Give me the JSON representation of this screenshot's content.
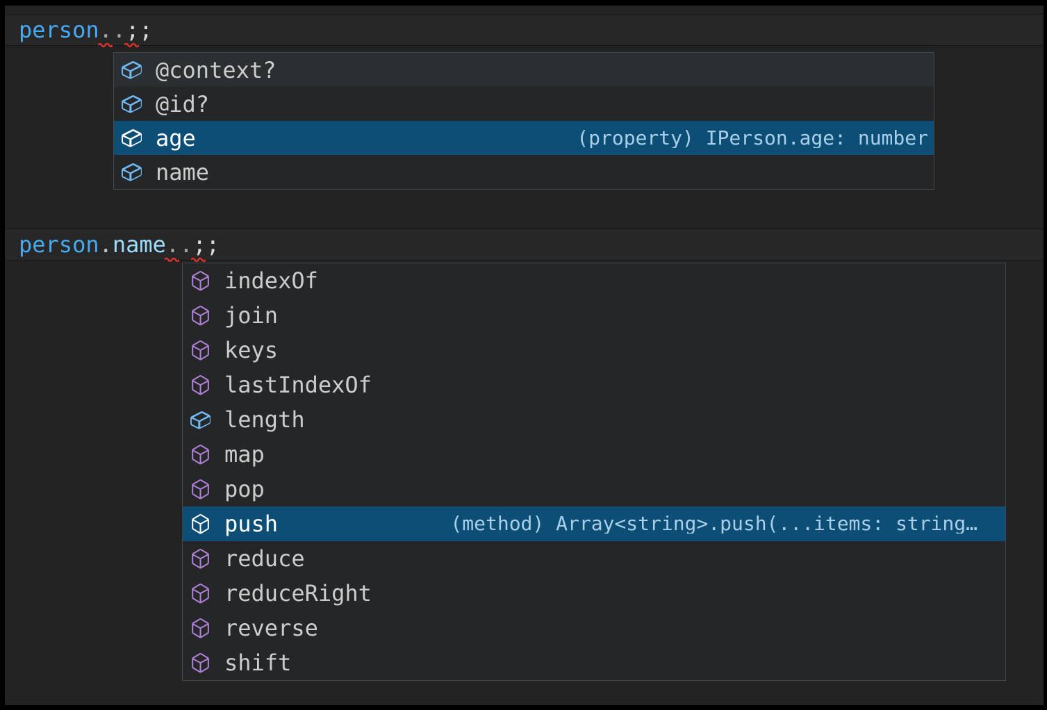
{
  "editor": {
    "theme": "dark",
    "colors": {
      "editor_background": "#232323",
      "line_highlight_background": "#272727",
      "line_highlight_border": "#161616",
      "list_background": "#252627",
      "list_border": "#464646",
      "hover_background": "#2C2F31",
      "selection_background": "#0D4E76",
      "label_color": "#CCCCCC",
      "selected_label_color": "#FFFFFF",
      "detail_color": "#A9CFE8",
      "field_icon_color": "#6FB8F3",
      "method_icon_color": "#B180D7",
      "error_squiggle_color": "#E5342C"
    }
  },
  "snippets": [
    {
      "code_tokens": [
        {
          "text": "person",
          "color": "#45AAF2",
          "squiggle": false
        },
        {
          "text": ".",
          "color": "#A8A8A8",
          "squiggle": true
        },
        {
          "text": ";",
          "color": "#DCDCDC",
          "squiggle": true
        }
      ],
      "suggestions": {
        "items": [
          {
            "label": "@context?",
            "kind": "field",
            "state": "hovered",
            "detail": ""
          },
          {
            "label": "@id?",
            "kind": "field",
            "state": "normal",
            "detail": ""
          },
          {
            "label": "age",
            "kind": "field",
            "state": "selected",
            "detail": "(property) IPerson.age: number"
          },
          {
            "label": "name",
            "kind": "field",
            "state": "normal",
            "detail": ""
          }
        ]
      }
    },
    {
      "code_tokens": [
        {
          "text": "person",
          "color": "#45AAF2",
          "squiggle": false
        },
        {
          "text": ".",
          "color": "#C8C8C8",
          "squiggle": false
        },
        {
          "text": "name",
          "color": "#9CDCFE",
          "squiggle": false
        },
        {
          "text": ".",
          "color": "#A8A8A8",
          "squiggle": true
        },
        {
          "text": ";",
          "color": "#DCDCDC",
          "squiggle": true
        }
      ],
      "suggestions": {
        "items": [
          {
            "label": "indexOf",
            "kind": "method",
            "state": "normal",
            "detail": ""
          },
          {
            "label": "join",
            "kind": "method",
            "state": "normal",
            "detail": ""
          },
          {
            "label": "keys",
            "kind": "method",
            "state": "normal",
            "detail": ""
          },
          {
            "label": "lastIndexOf",
            "kind": "method",
            "state": "normal",
            "detail": ""
          },
          {
            "label": "length",
            "kind": "field",
            "state": "normal",
            "detail": ""
          },
          {
            "label": "map",
            "kind": "method",
            "state": "normal",
            "detail": ""
          },
          {
            "label": "pop",
            "kind": "method",
            "state": "normal",
            "detail": ""
          },
          {
            "label": "push",
            "kind": "method",
            "state": "selected",
            "detail": "(method) Array<string>.push(...items: string…"
          },
          {
            "label": "reduce",
            "kind": "method",
            "state": "normal",
            "detail": ""
          },
          {
            "label": "reduceRight",
            "kind": "method",
            "state": "normal",
            "detail": ""
          },
          {
            "label": "reverse",
            "kind": "method",
            "state": "normal",
            "detail": ""
          },
          {
            "label": "shift",
            "kind": "method",
            "state": "normal",
            "detail": ""
          }
        ]
      }
    }
  ]
}
